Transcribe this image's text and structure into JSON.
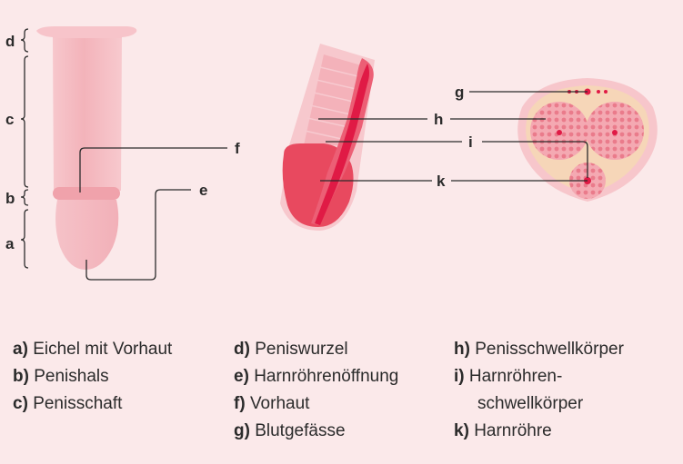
{
  "labels": {
    "a": "a",
    "b": "b",
    "c": "c",
    "d": "d",
    "e": "e",
    "f": "f",
    "g": "g",
    "h": "h",
    "i": "i",
    "k": "k"
  },
  "legend": {
    "col1": [
      {
        "key": "a)",
        "text": "Eichel mit Vorhaut"
      },
      {
        "key": "b)",
        "text": "Penishals"
      },
      {
        "key": "c)",
        "text": "Penisschaft"
      }
    ],
    "col2": [
      {
        "key": "d)",
        "text": "Peniswurzel"
      },
      {
        "key": "e)",
        "text": "Harnröhrenöffnung"
      },
      {
        "key": "f)",
        "text": "Vorhaut"
      },
      {
        "key": "g)",
        "text": "Blutgefässe"
      }
    ],
    "col3": [
      {
        "key": "h)",
        "text": "Penisschwellkörper"
      },
      {
        "key": "i)",
        "text": "Harnröhren-"
      },
      {
        "key": "",
        "text": "schwellkörper"
      },
      {
        "key": "k)",
        "text": "Harnröhre"
      }
    ]
  },
  "colors": {
    "background": "#fbe9ea",
    "shaft_light": "#f6c0c6",
    "shaft_mid": "#f0a4ad",
    "tissue": "#e8495f",
    "urethra": "#e01a45",
    "sheath": "#f6d6b8"
  }
}
